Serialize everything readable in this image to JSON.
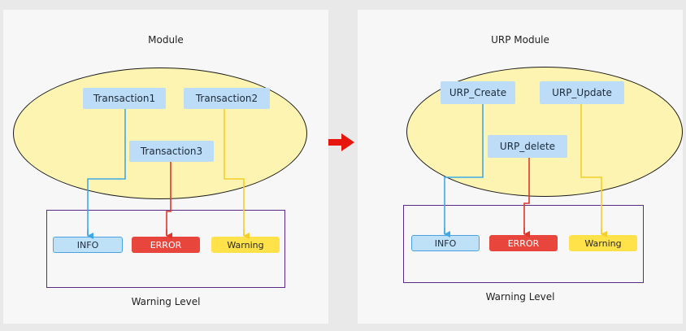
{
  "left": {
    "title": "Module",
    "transactions": [
      "Transaction1",
      "Transaction2",
      "Transaction3"
    ],
    "levels": {
      "info": "INFO",
      "error": "ERROR",
      "warning": "Warning"
    },
    "caption": "Warning Level"
  },
  "right": {
    "title": "URP Module",
    "transactions": [
      "URP_Create",
      "URP_Update",
      "URP_delete"
    ],
    "levels": {
      "info": "INFO",
      "error": "ERROR",
      "warning": "Warning"
    },
    "caption": "Warning Level"
  },
  "colors": {
    "info_line": "#3fa9e8",
    "error_line": "#e0362c",
    "warning_line": "#f4cf2c",
    "transition_arrow": "#e8150d"
  }
}
